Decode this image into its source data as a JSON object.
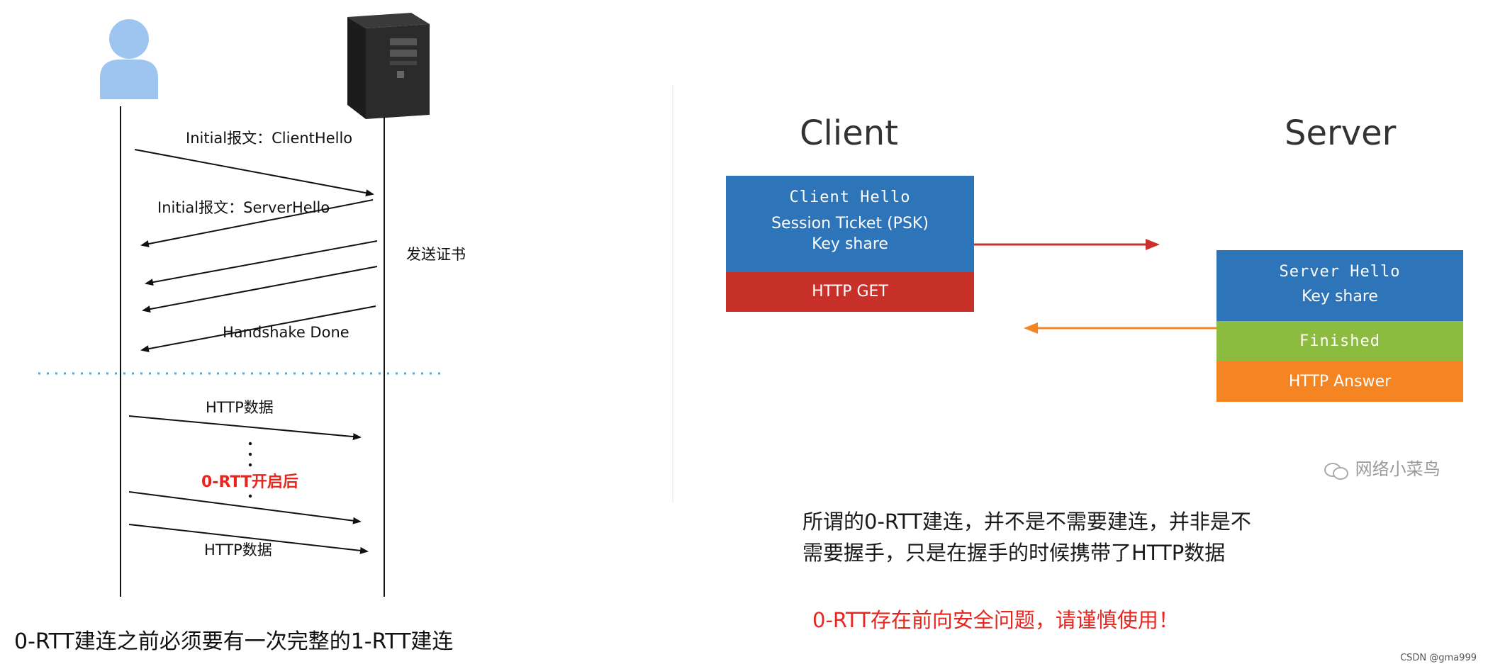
{
  "left": {
    "messages": {
      "client_hello": "Initial报文：ClientHello",
      "server_hello": "Initial报文：ServerHello",
      "send_cert": "发送证书",
      "handshake_done": "Handshake Done",
      "http_data_1": "HTTP数据",
      "zero_rtt_enabled": "0-RTT开启后",
      "http_data_2": "HTTP数据"
    },
    "caption": "0-RTT建连之前必须要有一次完整的1-RTT建连"
  },
  "right": {
    "client_title": "Client",
    "server_title": "Server",
    "client_box": {
      "line1": "Client Hello",
      "line2": "Session Ticket (PSK)",
      "line3": "Key share",
      "http_get": "HTTP GET"
    },
    "server_box": {
      "line1": "Server Hello",
      "line2": "Key share",
      "finished": "Finished",
      "http_answer": "HTTP Answer"
    },
    "watermark": "网络小菜鸟",
    "note_line1": "所谓的0-RTT建连，并不是不需要建连，并非是不",
    "note_line2": "需要握手，只是在握手的时候携带了HTTP数据",
    "warning": "0-RTT存在前向安全问题，请谨慎使用！"
  },
  "credit": "CSDN @gma999",
  "colors": {
    "blue": "#2d74b9",
    "red": "#c8302a",
    "green": "#8cbc3f",
    "orange": "#f58522",
    "person": "#9ec5ef",
    "warning": "#e8261f"
  }
}
